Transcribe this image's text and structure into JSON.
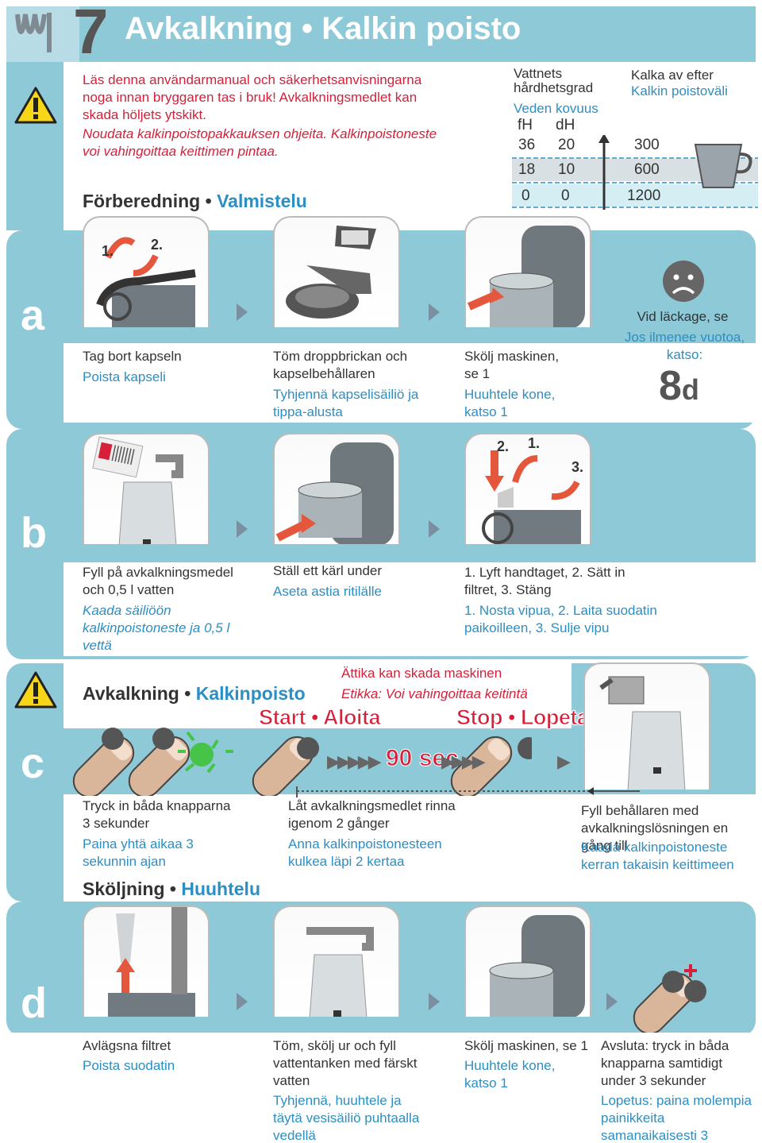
{
  "header": {
    "number": "7",
    "title_sv": "Avkalkning",
    "bullet": "•",
    "title_fi": "Kalkin poisto"
  },
  "warning_intro": {
    "sv": "Läs denna användarmanual och säkerhetsanvisningarna noga innan bryggaren tas i bruk! Avkalkningsmedlet kan skada höljets ytskikt.",
    "fi": "Noudata kalkinpoistopakkauksen ohjeita. Kalkinpoistoneste voi vahingoittaa keittimen pintaa."
  },
  "prep_heading": {
    "sv": "Förberedning",
    "fi": "Valmistelu"
  },
  "hardness_table": {
    "col1_sv": "Vattnets hårdhetsgrad",
    "col1_fi": "Veden kovuus",
    "col2_sv": "Kalka av efter",
    "col2_fi": "Kalkin poistoväli",
    "unit_fh": "fH",
    "unit_dh": "dH",
    "rows": [
      {
        "fh": "36",
        "dh": "20",
        "val": "300"
      },
      {
        "fh": "18",
        "dh": "10",
        "val": "600"
      },
      {
        "fh": "0",
        "dh": "0",
        "val": "1200"
      }
    ]
  },
  "row_labels": {
    "a": "a",
    "b": "b",
    "c": "c",
    "d": "d"
  },
  "row_a": {
    "step1": {
      "num1": "1.",
      "num2": "2.",
      "sv": "Tag bort kapseln",
      "fi": "Poista kapseli"
    },
    "step2": {
      "sv": "Töm droppbrickan och kapselbehållaren",
      "fi": "Tyhjennä kapselisäiliö ja tippa-alusta"
    },
    "step3": {
      "sv": "Skölj maskinen, se 1",
      "fi": "Huuhtele kone, katso 1"
    },
    "leak": {
      "sv": "Vid läckage, se",
      "fi": "Jos ilmenee vuotoa, katso:",
      "ref_num": "8",
      "ref_letter": "d"
    }
  },
  "row_b": {
    "step1": {
      "sv": "Fyll på avkalkningsmedel och 0,5 l vatten",
      "fi": "Kaada säiliöön kalkinpoistoneste ja 0,5 l vettä"
    },
    "step2": {
      "sv": "Ställ ett kärl under",
      "fi": "Aseta astia ritilälle"
    },
    "step3": {
      "n1": "2.",
      "n2": "1.",
      "n3": "3.",
      "sv": "1. Lyft handtaget, 2. Sätt in filtret, 3. Stäng",
      "fi": "1. Nosta vipua, 2. Laita suodatin paikoilleen, 3. Sulje vipu"
    }
  },
  "acid_warning": {
    "sv": "Ättika kan skada maskinen",
    "fi": "Etikka: Voi vahingoittaa keitintä"
  },
  "descale_heading": {
    "sv": "Avkalkning",
    "fi": "Kalkinpoisto"
  },
  "start_label": "Start • Aloita",
  "stop_label": "Stop • Lopeta",
  "timer": "90 sec",
  "row_c": {
    "step1": {
      "sv": "Tryck in båda knapparna 3 sekunder",
      "fi": "Paina yhtä aikaa 3 sekunnin ajan"
    },
    "step2": {
      "sv": "Låt avkalkningsmedlet rinna igenom 2 gånger",
      "fi": "Anna kalkinpoistonesteen kulkea läpi 2 kertaa"
    },
    "step3": {
      "sv": "Fyll behållaren med avkalkningslösningen en gång till",
      "fi": "Kaada kalkinpoistoneste kerran takaisin keittimeen"
    }
  },
  "rinse_heading": {
    "sv": "Sköljning",
    "fi": "Huuhtelu"
  },
  "row_d": {
    "step1": {
      "sv": "Avlägsna filtret",
      "fi": "Poista suodatin"
    },
    "step2": {
      "sv": "Töm, skölj ur och fyll vattentanken med färskt vatten",
      "fi": "Tyhjennä, huuhtele ja täytä vesisäiliö puhtaalla vedellä"
    },
    "step3": {
      "sv": "Skölj maskinen, se 1",
      "fi": "Huuhtele kone, katso 1"
    },
    "step4": {
      "sv": "Avsluta: tryck in båda knapparna samtidigt under 3 sekunder",
      "fi": "Lopetus: paina molempia painikkeita samanaikaisesti 3 sekuntia"
    }
  },
  "colors": {
    "accent": "#2b8fc4",
    "band": "#8ec9d8",
    "red": "#d6203a",
    "warn_yellow": "#f7d617"
  },
  "icons": [
    "warning-icon",
    "sad-face-icon",
    "cup-icon",
    "finger-icon",
    "tap-icon",
    "water-tank-icon",
    "coffee-machine-icon"
  ]
}
